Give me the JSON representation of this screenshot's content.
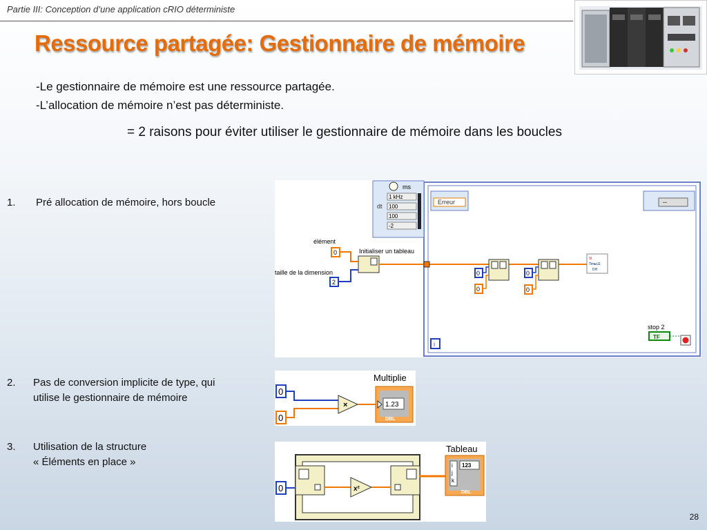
{
  "header": {
    "text": "Partie III: Conception d’une application cRIO déterministe"
  },
  "title": "Ressource partagée: Gestionnaire de mémoire",
  "body": {
    "line1": "-Le gestionnaire de mémoire est une ressource partagée.",
    "line2": "-L’allocation de mémoire n’est pas déterministe.",
    "line3": "= 2 raisons pour éviter utiliser le gestionnaire de mémoire dans les boucles"
  },
  "list": [
    {
      "num": "1.",
      "lines": [
        "Pré allocation de mémoire, hors boucle"
      ]
    },
    {
      "num": "2.",
      "lines": [
        "Pas de conversion implicite de type, qui",
        "utilise le gestionnaire de mémoire"
      ]
    },
    {
      "num": "3.",
      "lines": [
        "Utilisation de la structure",
        "« Éléments en place »"
      ]
    }
  ],
  "diagram1": {
    "timing_unit": "ms",
    "timing_rows": [
      "1 kHz",
      "100",
      "100",
      "-2"
    ],
    "timing_prefixes": [
      "dt",
      "",
      ""
    ],
    "error_label": "Erreur",
    "case_selector": "--",
    "label_element": "élément",
    "label_size": "taille de la dimension",
    "label_init": "Initialiser un tableau",
    "const_element": "0",
    "const_size": "2",
    "const_a": "0",
    "const_b": "0",
    "const_c": "0",
    "const_d": "0",
    "stop_label": "stop 2",
    "stop_value": "TF",
    "iteration": "i",
    "vi_text": [
      "Vi",
      "Tim▸LE",
      "DH"
    ]
  },
  "diagram2": {
    "indicator_label": "Multiplie",
    "indicator_value": "1.23",
    "indicator_type": "DBL",
    "const_top": "0",
    "const_bottom": "0"
  },
  "diagram3": {
    "indicator_label": "Tableau",
    "indicator_value": "123",
    "indicator_type": "DBL",
    "index_labels": [
      "i",
      "j",
      "k"
    ],
    "const_input": "0",
    "operator": "x²"
  },
  "page_number": "28",
  "colors": {
    "title": "#e46c0a",
    "orange_wire": "#f07800",
    "blue_wire": "#1f3fbf",
    "loop_border": "#888888"
  }
}
